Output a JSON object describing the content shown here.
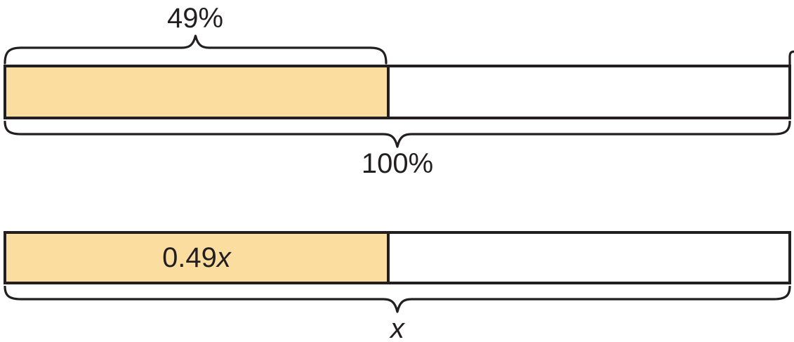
{
  "diagram": {
    "type": "tape-diagram-percentage",
    "top_tape": {
      "part_label": "49%",
      "whole_label": "100%",
      "shaded_fraction": 0.49
    },
    "bottom_tape": {
      "part_label_prefix": "0.49",
      "part_label_variable": "x",
      "whole_label_variable": "x",
      "shaded_fraction": 0.49
    }
  },
  "colors": {
    "fill_yellow": "#FBDDA0",
    "stroke_dark": "#231F20",
    "background": "#FFFFFF"
  }
}
